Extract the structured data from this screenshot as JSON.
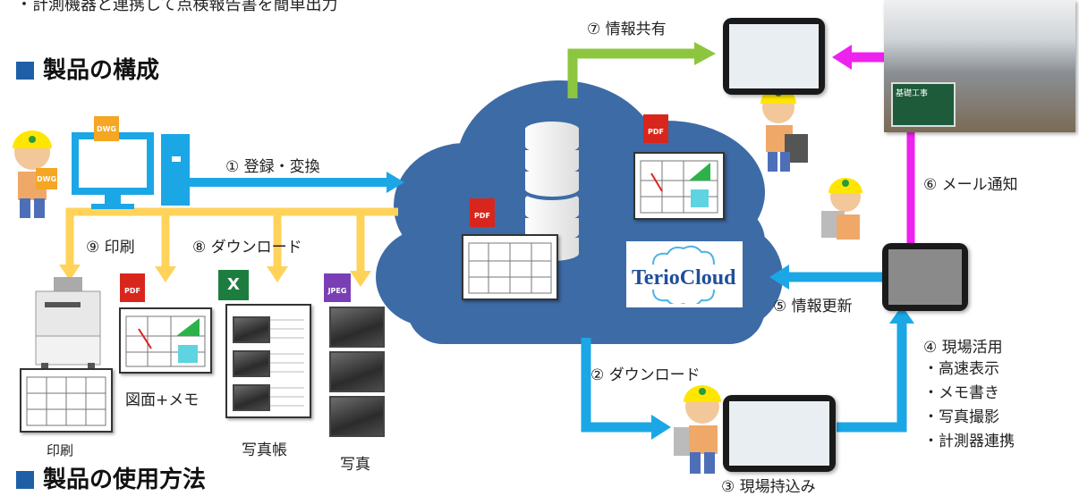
{
  "top_line": "・計測機器と連携して点検報告書を簡単出力",
  "section1": "製品の構成",
  "section2": "製品の使用方法",
  "steps": {
    "s1": "① 登録・変換",
    "s2": "② ダウンロード",
    "s3": "③ 現場持込み",
    "s4": "④ 現場活用",
    "s4_items": [
      "・高速表示",
      "・メモ書き",
      "・写真撮影",
      "・計測器連携"
    ],
    "s5": "⑤ 情報更新",
    "s6": "⑥ メール通知",
    "s7": "⑦ 情報共有",
    "s8": "⑧ ダウンロード",
    "s9": "⑨ 印刷"
  },
  "outputs": {
    "print": "印刷",
    "drawing_memo": "図面+メモ",
    "photo_book": "写真帳",
    "photo": "写真"
  },
  "badges": {
    "pdf": "PDF",
    "dwg": "DWG",
    "excel": "X",
    "jpeg": "JPEG"
  },
  "logo": "TerioCloud",
  "site_sign": "基礎工事",
  "colors": {
    "cloud": "#3d6ba6",
    "blue_arrow": "#1ba7e6",
    "yellow_arrow": "#ffd35a",
    "green_arrow": "#8cc63f",
    "magenta_arrow": "#ee22ee"
  }
}
